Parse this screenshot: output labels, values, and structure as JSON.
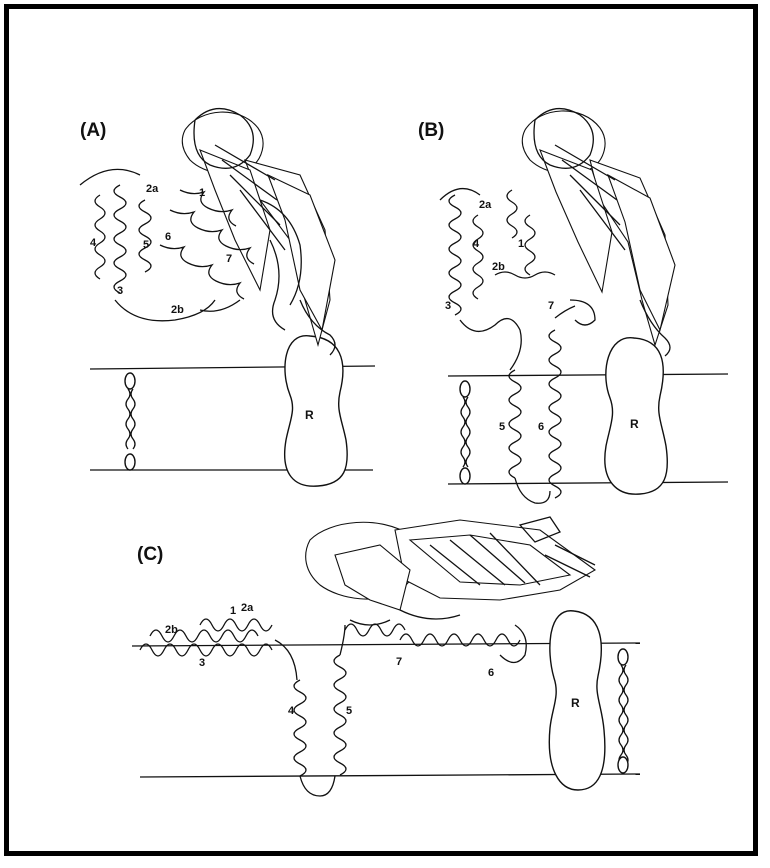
{
  "panels": [
    {
      "id": "A",
      "label": "(A)",
      "helix_labels": [
        "1",
        "2a",
        "2b",
        "3",
        "4",
        "5",
        "6",
        "7"
      ],
      "receptor_label": "R"
    },
    {
      "id": "B",
      "label": "(B)",
      "helix_labels": [
        "1",
        "2a",
        "2b",
        "3",
        "4",
        "5",
        "6",
        "7"
      ],
      "receptor_label": "R"
    },
    {
      "id": "C",
      "label": "(C)",
      "helix_labels": [
        "1",
        "2a",
        "2b",
        "3",
        "4",
        "5",
        "6",
        "7"
      ],
      "receptor_label": "R"
    }
  ]
}
